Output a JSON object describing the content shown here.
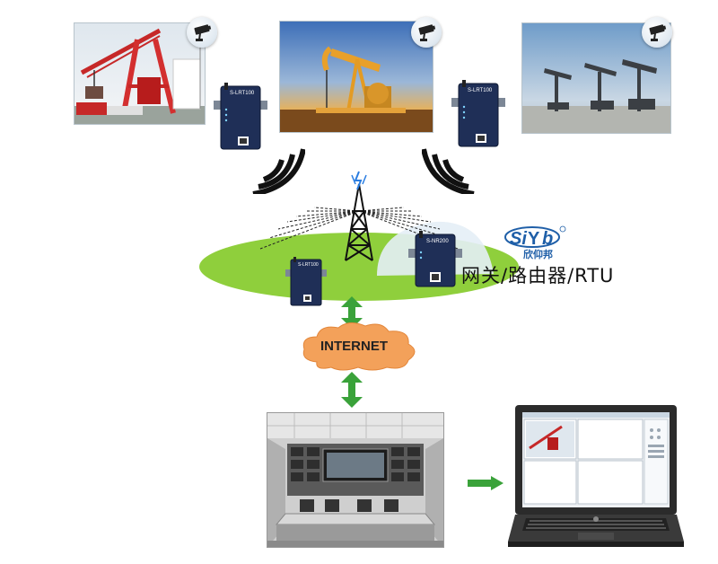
{
  "photos": {
    "crane": {
      "camera_icon": "security-camera-icon"
    },
    "pumpjack_sunset": {
      "camera_icon": "security-camera-icon"
    },
    "pumpjacks_field": {
      "camera_icon": "security-camera-icon"
    }
  },
  "devices": {
    "left_top": {
      "model": "S-LRT100"
    },
    "right_top": {
      "model": "S-LRT100"
    },
    "center_small": {
      "model": "S-LRT100"
    },
    "center_gateway": {
      "model": "S-NR200"
    }
  },
  "brand": {
    "logo_text": "SIYB",
    "cn_name": "欣仰邦"
  },
  "caption": "网关/路由器/RTU",
  "cloud_label": "INTERNET",
  "colors": {
    "green_field": "#8fcf3c",
    "arrow_green": "#3aa23a",
    "cloud_orange": "#f3a15a",
    "device_navy": "#1f2f57"
  }
}
